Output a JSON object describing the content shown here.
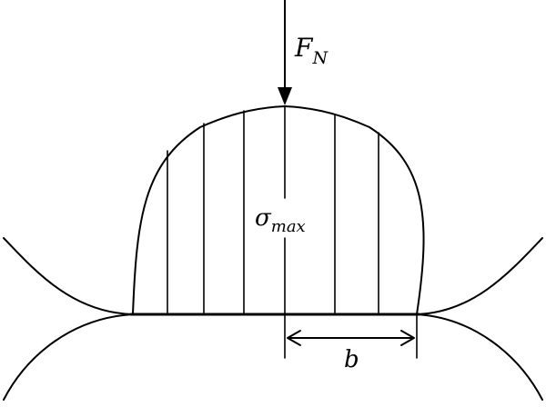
{
  "labels": {
    "force_symbol": "F",
    "force_subscript": "N",
    "stress_symbol": "σ",
    "stress_subscript": "max",
    "half_width": "b"
  },
  "colors": {
    "line": "#000000",
    "background": "#ffffff"
  }
}
